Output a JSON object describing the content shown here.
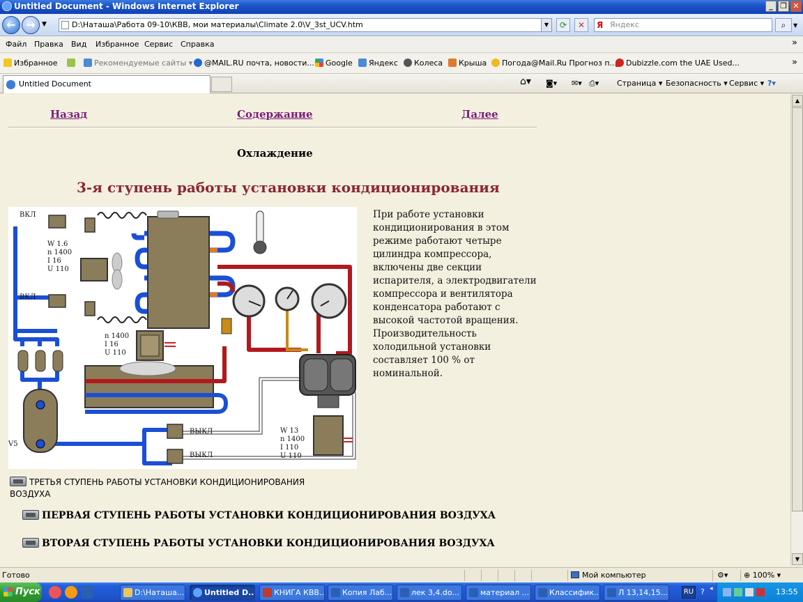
{
  "window": {
    "title": "Untitled Document - Windows Internet Explorer"
  },
  "address": {
    "url": "D:\\Наташа\\Работа 09-10\\КВВ, мои материалы\\Climate 2.0\\V_3st_UCV.htm",
    "search_placeholder": "Яндекс",
    "search_logo": "Я"
  },
  "menu": [
    "Файл",
    "Правка",
    "Вид",
    "Избранное",
    "Сервис",
    "Справка"
  ],
  "favorites": {
    "label": "Избранное",
    "items": [
      "Рекомендуемые сайты ▾",
      "@MAIL.RU почта, новости...",
      "Google",
      "Яндекс",
      "Колеса",
      "Крыша",
      "Погода@Mail.Ru Прогноз п...",
      "Dubizzle.com the UAE  Used..."
    ]
  },
  "tab": {
    "title": "Untitled Document"
  },
  "commands": {
    "page": "Страница",
    "security": "Безопасность",
    "tools": "Сервис"
  },
  "page": {
    "nav_back": "Назад",
    "nav_contents": "Содержание",
    "nav_next": "Далее",
    "subtitle": "Охлаждение",
    "heading": "3-я ступень работы установки кондиционирования",
    "description": "При работе установки кондиционирования в этом режиме работают четыре цилиндра компрессора, включены две секции испарителя, а электродвигатели компрессора и вентилятора конденсатора работают с высокой частотой вращения. Производительность холодильной установки составляет 100 % от номинальной.",
    "link_current": "ТРЕТЬЯ СТУПЕНЬ РАБОТЫ УСТАНОВКИ КОНДИЦИОНИРОВАНИЯ ВОЗДУХА",
    "link_first": "ПЕРВАЯ СТУПЕНЬ РАБОТЫ УСТАНОВКИ КОНДИЦИОНИРОВАНИЯ ВОЗДУХА",
    "link_second": "ВТОРАЯ СТУПЕНЬ РАБОТЫ УСТАНОВКИ КОНДИЦИОНИРОВАНИЯ ВОЗДУХА"
  },
  "diagram": {
    "vkl_1": "ВКЛ",
    "vkl_2": "ВКЛ",
    "vykl_1": "ВЫКЛ",
    "vykl_2": "ВЫКЛ",
    "v5": "V5",
    "fan_motor": [
      "W 1.6",
      "n   1400",
      "I    16",
      "U  110"
    ],
    "comp_motor": [
      "n  1400",
      "I    16",
      "U 110"
    ],
    "cond_motor": [
      "W 13",
      "n   1400",
      "I    110",
      "U 110"
    ]
  },
  "status": {
    "text": "Готово",
    "zone": "Мой компьютер",
    "zoom": "100%"
  },
  "taskbar": {
    "start": "Пуск",
    "tasks": [
      "D:\\Наташа...",
      "Untitled D...",
      "КНИГА КВВ...",
      "Копия Лаб...",
      "лек 3,4.do...",
      "материал ...",
      "Классифик...",
      "Л 13,14,15..."
    ],
    "lang": "RU",
    "time": "13:55"
  }
}
